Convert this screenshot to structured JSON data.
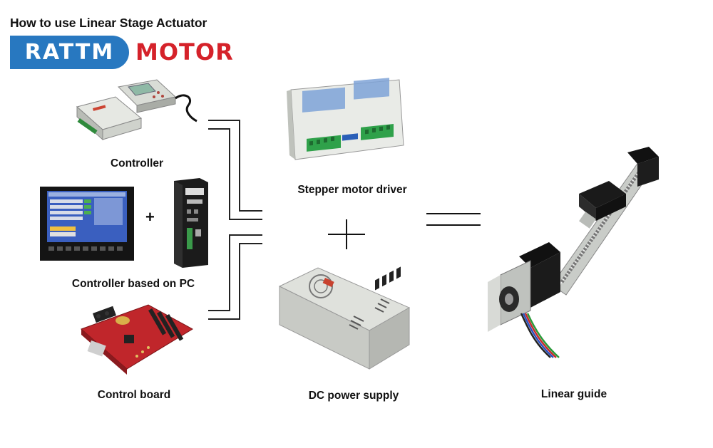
{
  "heading": "How to use Linear Stage Actuator",
  "logo": {
    "left_text": "RATTM",
    "right_text": "MOTOR",
    "colors": {
      "blue": "#2878c0",
      "red": "#d5222a"
    }
  },
  "captions": {
    "controller": "Controller",
    "pc_controller": "Controller based on PC",
    "control_board": "Control board",
    "stepper_driver": "Stepper motor driver",
    "power_supply": "DC power supply",
    "linear_guide": "Linear guide"
  },
  "symbols": {
    "pc_plus": "+",
    "middle_plus": "+",
    "equals": "="
  }
}
